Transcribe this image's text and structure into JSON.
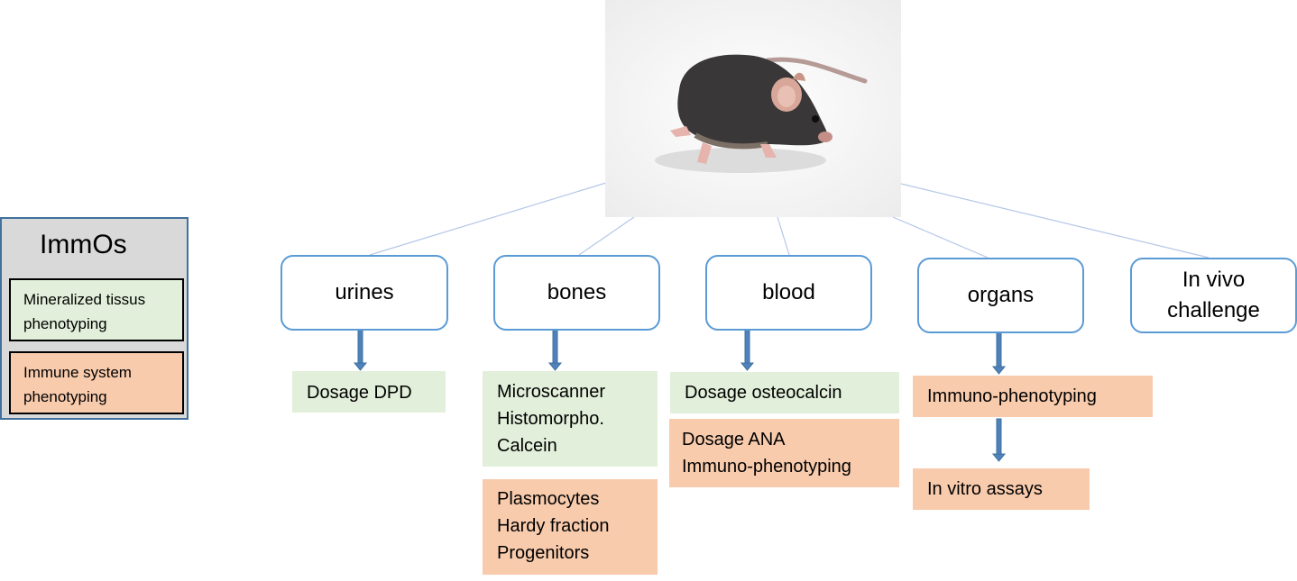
{
  "legend": {
    "title": "ImmOs",
    "items": [
      {
        "label": "Mineralized tissus phenotyping",
        "color": "#e2efda"
      },
      {
        "label": "Immune system phenotyping",
        "color": "#f8cbad"
      }
    ]
  },
  "root": {
    "image": "black-mouse-photo"
  },
  "nodes": [
    {
      "label": "urines"
    },
    {
      "label": "bones"
    },
    {
      "label": "blood"
    },
    {
      "label": "organs"
    },
    {
      "label": "In vivo challenge"
    }
  ],
  "boxes": {
    "urines_mineral": [
      "Dosage DPD"
    ],
    "bones_mineral": [
      "Microscanner",
      "Histomorpho.",
      "Calcein"
    ],
    "bones_immune": [
      "Plasmocytes",
      "Hardy fraction",
      "Progenitors"
    ],
    "blood_mineral": [
      "Dosage osteocalcin"
    ],
    "blood_immune": [
      "Dosage ANA",
      "Immuno-phenotyping"
    ],
    "organs_immune_1": [
      "Immuno-phenotyping"
    ],
    "organs_immune_2": [
      "In vitro assays"
    ]
  },
  "colors": {
    "mineral": "#e2efda",
    "immune": "#f8cbad",
    "node_border": "#5b9bd5",
    "arrow": "#4f81bd",
    "connector": "#a9c1e6"
  }
}
